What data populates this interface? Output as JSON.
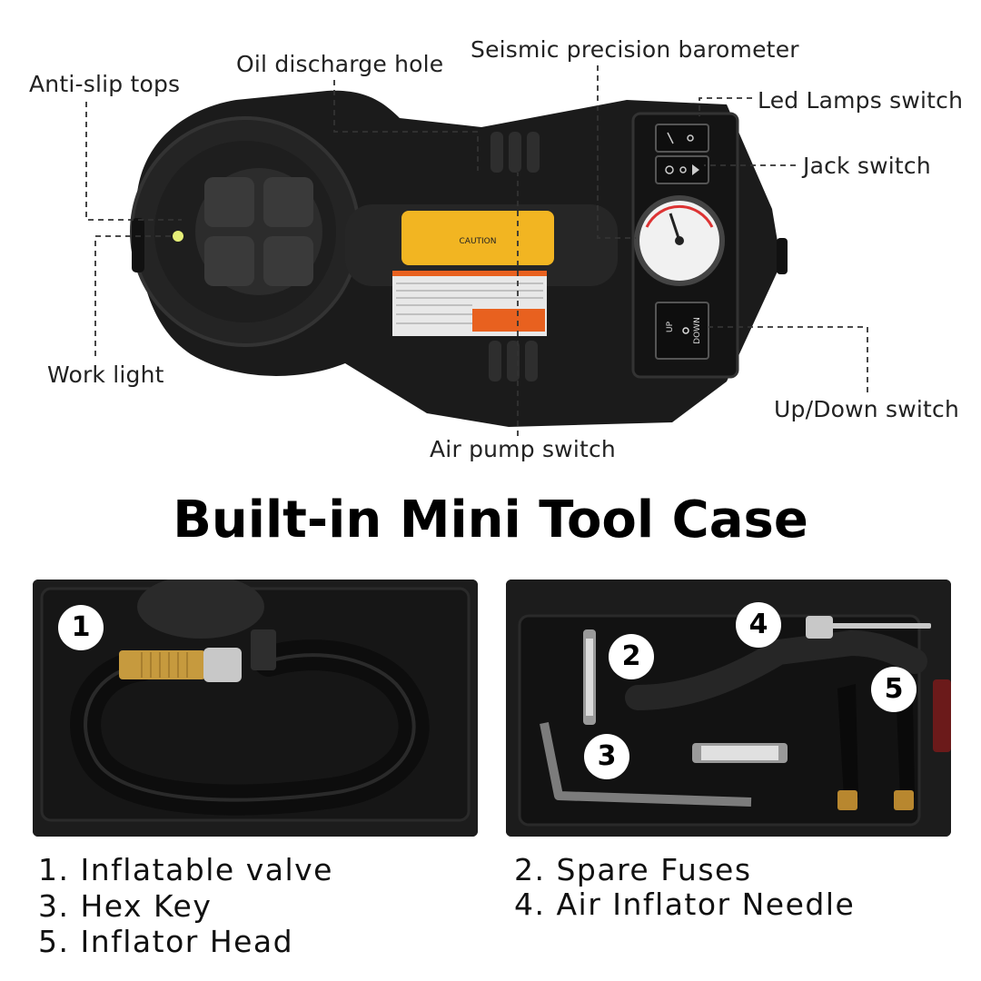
{
  "product_labels": {
    "anti_slip": "Anti-slip tops",
    "oil_hole": "Oil discharge hole",
    "barometer": "Seismic precision barometer",
    "led_switch": "Led Lamps switch",
    "jack_switch": "Jack switch",
    "work_light": "Work light",
    "updown_switch": "Up/Down switch",
    "air_pump_switch": "Air pump switch"
  },
  "device_text": {
    "caution": "CAUTION",
    "up": "UP",
    "down": "DOWN"
  },
  "headline": "Built-in Mini Tool Case",
  "badges": [
    "1",
    "2",
    "3",
    "4",
    "5"
  ],
  "captions": {
    "left": [
      "1. Inflatable valve",
      "3. Hex Key",
      "5. Inflator Head"
    ],
    "right": [
      "2. Spare Fuses",
      "4. Air Inflator Needle"
    ]
  },
  "colors": {
    "device_body": "#1b1b1b",
    "warning_label": "#f2b522",
    "accent_orange": "#e8611f",
    "background": "#ffffff"
  }
}
